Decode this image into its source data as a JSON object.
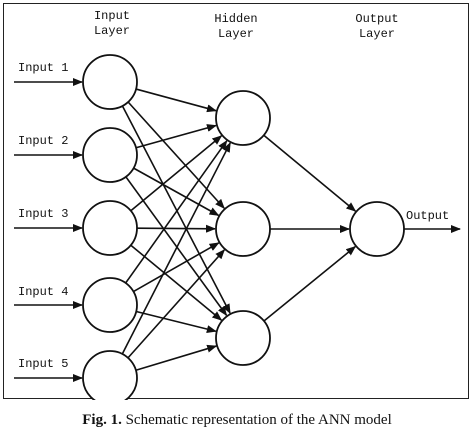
{
  "headers": {
    "input": [
      "Input",
      "Layer"
    ],
    "hidden": [
      "Hidden",
      "Layer"
    ],
    "output": [
      "Output",
      "Layer"
    ]
  },
  "inputs": [
    "Input 1",
    "Input 2",
    "Input 3",
    "Input 4",
    "Input 5"
  ],
  "output_label": "Output",
  "caption": {
    "number": "Fig. 1.",
    "text": "Schematic representation of the ANN model"
  }
}
